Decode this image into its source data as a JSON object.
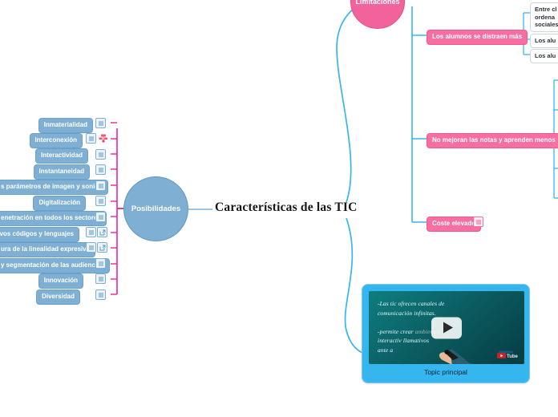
{
  "center": {
    "title": "Características de las TIC"
  },
  "branches": {
    "left": {
      "root": {
        "label": "Posibilidades",
        "color": "#7fb0d4",
        "shape": "circle"
      },
      "connector_color": "#e6259b",
      "items": [
        {
          "label": "Inmaterialidad",
          "icons": [
            "note-icon"
          ]
        },
        {
          "label": "Interconexión",
          "icons": [
            "note-icon",
            "image-icon"
          ]
        },
        {
          "label": "Interactividad",
          "icons": [
            "note-icon"
          ]
        },
        {
          "label": "Instantaneidad",
          "icons": [
            "note-icon"
          ]
        },
        {
          "label": "s parámetros de imagen y sonido",
          "icons": [
            "note-icon"
          ]
        },
        {
          "label": "Digitalización",
          "icons": [
            "note-icon"
          ]
        },
        {
          "label": "enetración en todos los sectores",
          "icons": [
            "note-icon"
          ]
        },
        {
          "label": "Nuevos códigos y lenguajes",
          "icons": [
            "note-icon",
            "attachment-icon"
          ]
        },
        {
          "label": "ura de la linealidad expresiva",
          "icons": [
            "note-icon",
            "attachment-icon"
          ]
        },
        {
          "label": "y segmentación de las audiencias",
          "icons": [
            "note-icon"
          ]
        },
        {
          "label": "Innovación",
          "icons": [
            "note-icon"
          ]
        },
        {
          "label": "Diversidad",
          "icons": [
            "note-icon"
          ]
        }
      ]
    },
    "right": {
      "root": {
        "label": "Limitaciones",
        "color": "#f2629b",
        "shape": "circle"
      },
      "connector_color": "#35b6ef",
      "items": [
        {
          "label": "Los alumnos se distraen más",
          "icons": [],
          "children": [
            {
              "label": "Entre cl\nordena\nsociales"
            },
            {
              "label": "Los alu"
            },
            {
              "label": "Los alu"
            }
          ]
        },
        {
          "label": "No mejoran las notas y aprenden menos",
          "icons": [],
          "children": []
        },
        {
          "label": "Coste elevado",
          "icons": [
            "note-icon"
          ],
          "children": []
        }
      ]
    }
  },
  "media": {
    "caption": "Topic principal",
    "play_label": "play-button",
    "slide_text_line1": "-Las tic ofrecen canales de",
    "slide_text_line2": "comunicación infinitas.",
    "slide_text_line3": "-permite crear ",
    "slide_text_line3_dim": "ambientes",
    "slide_text_line4a": "interactiv",
    "slide_text_line4b": " llamativos",
    "slide_text_line5": "ante a",
    "brand": "YouTube"
  },
  "colors": {
    "node_blue": "#7fb0d4",
    "node_pink": "#f2629b",
    "pill_pink": "#f66fa2",
    "link_magenta": "#e6259b",
    "link_blue": "#35b6ef",
    "media_frame": "#35b6ef"
  }
}
